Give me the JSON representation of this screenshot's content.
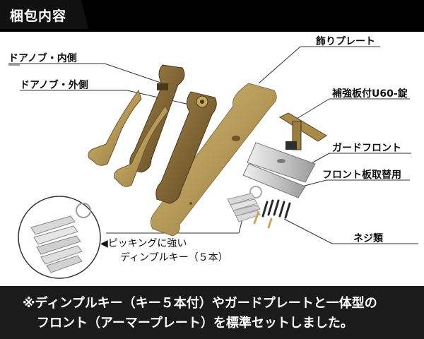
{
  "header": {
    "title": "梱包内容"
  },
  "labels": {
    "door_knob_inside": "ドアノブ・内側",
    "door_knob_outside": "ドアノブ・外側",
    "decor_plate": "飾りプレート",
    "strike_plate": "補強板付U60-錠",
    "guard_front": "ガードフロント",
    "front_mount": "フロント板取替用",
    "screws": "ネジ類"
  },
  "keys_callout": {
    "line1": "◀ピッキングに強い",
    "line2": "ディンプルキー（５本）"
  },
  "footer": {
    "line1": "※ディンプルキー（キー５本付）やガードプレートと一体型の",
    "line2": "フロント（アーマープレート）を標準セットしました。"
  },
  "colors": {
    "brass": "#b69a5a",
    "brass_dark": "#6e5428",
    "header_bg": "#000000",
    "footer_bg": "#1b1b1b"
  }
}
